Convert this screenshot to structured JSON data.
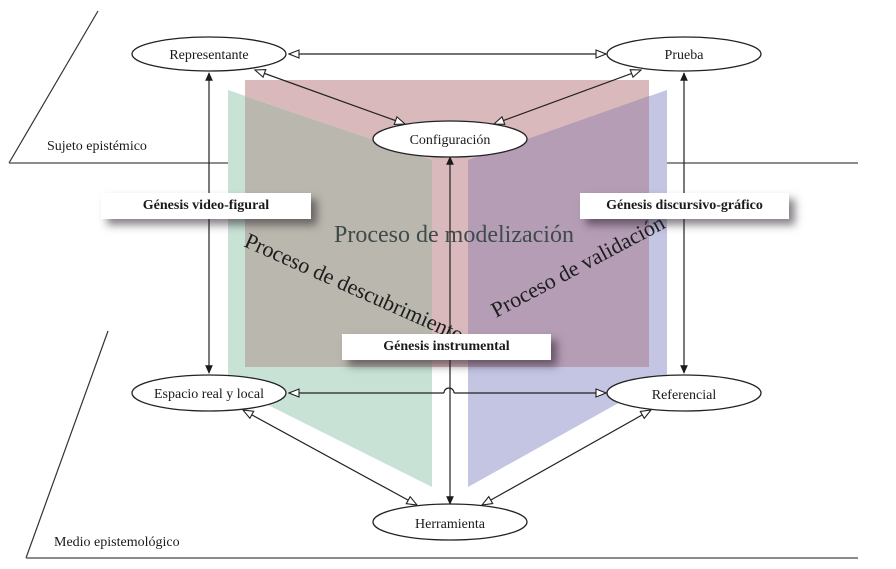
{
  "planes": {
    "top_label": "Sujeto epistémico",
    "bottom_label": "Medio epistemológico"
  },
  "nodes": {
    "representante": "Representante",
    "prueba": "Prueba",
    "configuracion": "Configuración",
    "espacio": "Espacio real y local",
    "referencial": "Referencial",
    "herramienta": "Herramienta"
  },
  "genesis": {
    "video_figural": "Génesis video-figural",
    "discursivo_grafico": "Génesis discursivo-gráfico",
    "instrumental": "Génesis instrumental"
  },
  "processes": {
    "modelizacion": "Proceso de modelización",
    "descubrimiento": "Proceso de descubrimiento",
    "validacion": "Proceso de validación"
  },
  "colors": {
    "modelizacion_panel": "#d9b9bb",
    "descubrimiento_panel": "#c8e2d6",
    "validacion_panel": "#c3c5e3",
    "overlap_green_pink": "#bab8ae",
    "overlap_blue_pink": "#b59db6"
  },
  "edges": [
    {
      "from": "Representante",
      "to": "Prueba",
      "type": "bidirectional-open"
    },
    {
      "from": "Representante",
      "to": "Configuración",
      "type": "bidirectional-open"
    },
    {
      "from": "Prueba",
      "to": "Configuración",
      "type": "bidirectional-open"
    },
    {
      "from": "Espacio real y local",
      "to": "Referencial",
      "type": "bidirectional-open"
    },
    {
      "from": "Espacio real y local",
      "to": "Herramienta",
      "type": "bidirectional-open"
    },
    {
      "from": "Referencial",
      "to": "Herramienta",
      "type": "bidirectional-open"
    },
    {
      "from": "Representante",
      "to": "Espacio real y local",
      "type": "bidirectional-solid"
    },
    {
      "from": "Prueba",
      "to": "Referencial",
      "type": "bidirectional-solid"
    },
    {
      "from": "Configuración",
      "to": "Herramienta",
      "type": "bidirectional-solid"
    }
  ]
}
